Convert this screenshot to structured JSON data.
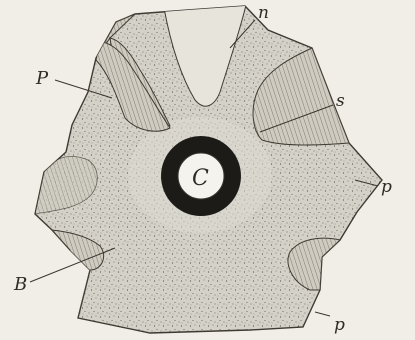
{
  "figure": {
    "labels": {
      "n": "n",
      "P": "P",
      "s": "s",
      "C": "C",
      "p_right": "p",
      "B": "B",
      "p_bottom": "p"
    },
    "colors": {
      "background": "#f0eee6",
      "cell_fill": "#d4d2c8",
      "stipple": "#5b564d",
      "outline": "#3e3a33",
      "light_region": "#e6e4db",
      "hatching": "#6b665c",
      "nucleus_ring": "#1d1b18",
      "nucleus_center": "#f4f3ee"
    }
  }
}
